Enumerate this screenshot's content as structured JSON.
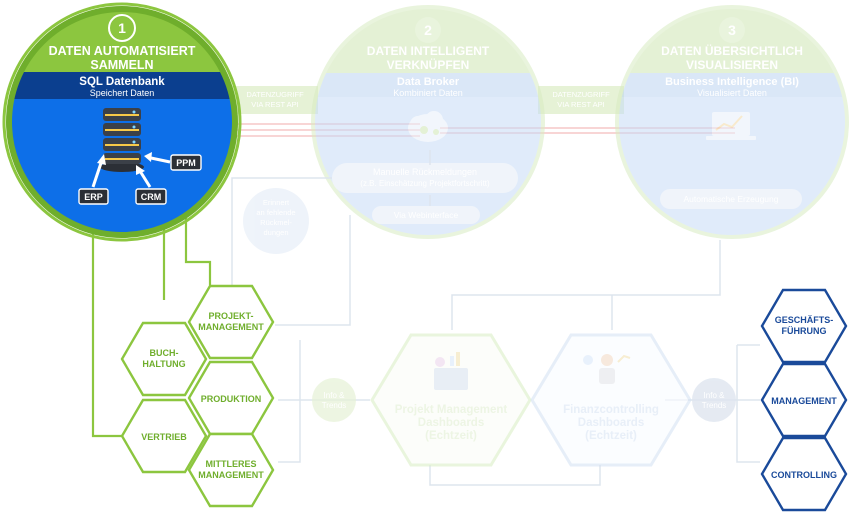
{
  "colors": {
    "green": "#8cc63f",
    "green_dark": "#6fae2c",
    "blue": "#0d6fe8",
    "blue_dark": "#0b3f8f",
    "navy": "#1a4a9a",
    "faded_green": "#e6f2d6",
    "faded_blue": "#d9e8fb",
    "faded_grey": "#e7ecf3",
    "red": "#e53935"
  },
  "step1": {
    "number": "1",
    "title_line1": "DATEN AUTOMATISIERT",
    "title_line2": "SAMMELN",
    "band_title": "SQL Datenbank",
    "band_subtitle": "Speichert Daten",
    "icon": "database-server-icon",
    "sources": {
      "erp": "ERP",
      "crm": "CRM",
      "ppm": "PPM"
    }
  },
  "step2": {
    "number": "2",
    "title_line1": "DATEN INTELLIGENT",
    "title_line2": "VERKNÜPFEN",
    "band_title": "Data Broker",
    "band_subtitle": "Kombiniert Daten",
    "icon": "cloud-gears-icon",
    "manual_line1": "Manuelle Rückmeldungen",
    "manual_line2": "(z.B. Einschätzung Projektfortschritt)",
    "web": "Via Webinterface"
  },
  "step3": {
    "number": "3",
    "title_line1": "DATEN ÜBERSICHTLICH",
    "title_line2": "VISUALISIEREN",
    "band_title": "Business Intelligence (BI)",
    "band_subtitle": "Visualisiert Daten",
    "icon": "laptop-chart-icon",
    "auto": "Automatische Erzeugung"
  },
  "connector1": {
    "line1": "DATENZUGRIFF",
    "line2": "VIA REST API"
  },
  "connector2": {
    "line1": "DATENZUGRIFF",
    "line2": "VIA REST API"
  },
  "reminder": {
    "line1": "Erinnert",
    "line2": "an fehlende",
    "line3": "Rückmel-",
    "line4": "dungen"
  },
  "departments": {
    "projekt_line1": "PROJEKT-",
    "projekt_line2": "MANAGEMENT",
    "buchhaltung_line1": "BUCH-",
    "buchhaltung_line2": "HALTUNG",
    "produktion": "PRODUKTION",
    "vertrieb": "VERTRIEB",
    "mittleres_line1": "MITTLERES",
    "mittleres_line2": "MANAGEMENT"
  },
  "info1": {
    "line1": "Info &",
    "line2": "Trends"
  },
  "info2": {
    "line1": "Info &",
    "line2": "Trends"
  },
  "dashboards": {
    "pm_line1": "Projekt Management",
    "pm_line2": "Dashboards",
    "pm_line3": "(Echtzeit)",
    "pm_icon": "dashboard-chart-icon",
    "fc_line1": "Finanzcontrolling",
    "fc_line2": "Dashboards",
    "fc_line3": "(Echtzeit)",
    "fc_icon": "finance-person-icon"
  },
  "leadership": {
    "gf_line1": "GESCHÄFTS-",
    "gf_line2": "FÜHRUNG",
    "management": "MANAGEMENT",
    "controlling": "CONTROLLING"
  }
}
